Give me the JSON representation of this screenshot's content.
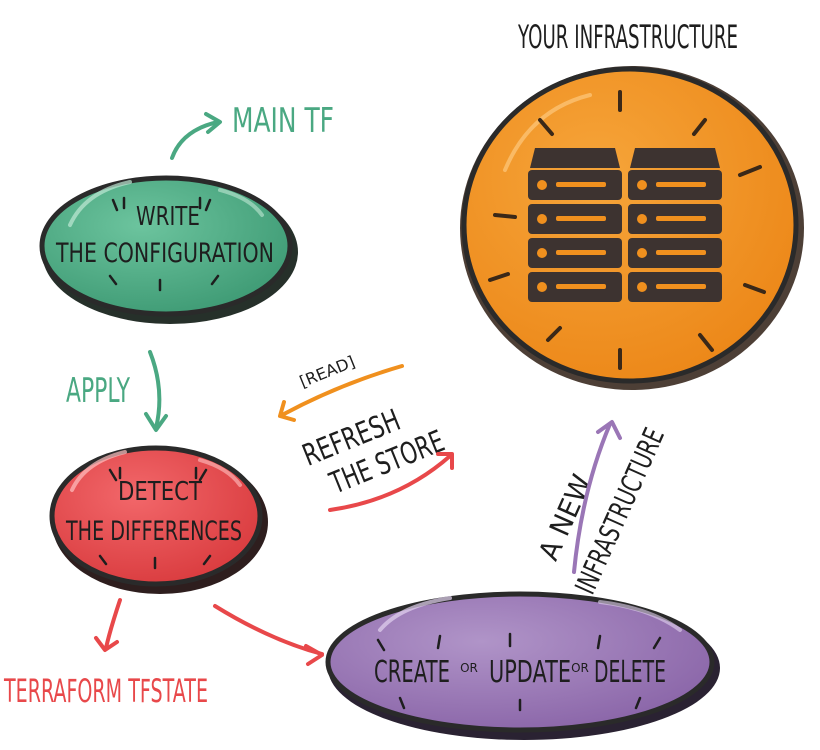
{
  "title": "YOUR INFRASTRUCTURE",
  "nodes": {
    "write": {
      "line1": "WRITE",
      "line2": "THE CONFIGURATION"
    },
    "detect": {
      "line1": "DETECT",
      "line2": "THE DIFFERENCES"
    },
    "actions": {
      "create": "CREATE",
      "or1": "OR",
      "update": "UPDATE",
      "or2": "OR",
      "delete": "DELETE"
    }
  },
  "labels": {
    "main_tf": "MAIN TF",
    "apply": "APPLY",
    "read": "[READ]",
    "refresh1": "REFRESH",
    "refresh2": "THE STORE",
    "tfstate": "TERRAFORM TFSTATE",
    "new1": "A NEW",
    "new2": "INFRASTRUCTURE"
  },
  "colors": {
    "green": "#4aa882",
    "red": "#e8484a",
    "purple": "#9a76b6",
    "orange": "#f0901e",
    "outline": "#2a2a2a"
  },
  "icons": {
    "server": "server-rack-icon"
  }
}
